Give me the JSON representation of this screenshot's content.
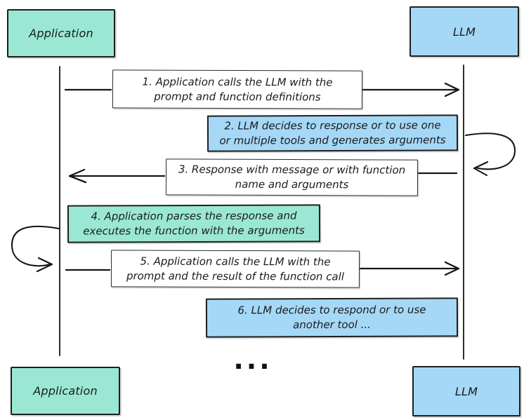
{
  "diagram": {
    "kind": "sequence-diagram",
    "topic": "LLM function calling flow"
  },
  "parties": {
    "top_left": "Application",
    "top_right": "LLM",
    "bottom_left": "Application",
    "bottom_right": "LLM"
  },
  "messages": [
    {
      "n": "1",
      "actor": "Application",
      "direction": "app-to-llm",
      "lines": [
        "1. Application calls the LLM with the",
        "prompt and function definitions"
      ]
    },
    {
      "n": "2",
      "actor": "LLM",
      "direction": "llm-self-loop",
      "lines": [
        "2. LLM decides to response or to use one",
        "or multiple tools and generates arguments"
      ]
    },
    {
      "n": "3",
      "actor": "LLM",
      "direction": "llm-to-app",
      "lines": [
        "3. Response with message or with function",
        "name and arguments"
      ]
    },
    {
      "n": "4",
      "actor": "Application",
      "direction": "app-self-loop",
      "lines": [
        "4. Application parses the response and",
        "executes the function with the arguments"
      ]
    },
    {
      "n": "5",
      "actor": "Application",
      "direction": "app-to-llm",
      "lines": [
        "5. Application calls the LLM with the",
        "prompt and the result of the function call"
      ]
    },
    {
      "n": "6",
      "actor": "LLM",
      "direction": "llm-self",
      "lines": [
        "6. LLM decides to respond or to use",
        "another tool ..."
      ]
    }
  ],
  "ellipsis": "...",
  "colors": {
    "app_fill": "#9ae8d4",
    "llm_fill": "#a5d8f7",
    "plain_fill": "#ffffff",
    "stroke": "#1e1e1e"
  }
}
